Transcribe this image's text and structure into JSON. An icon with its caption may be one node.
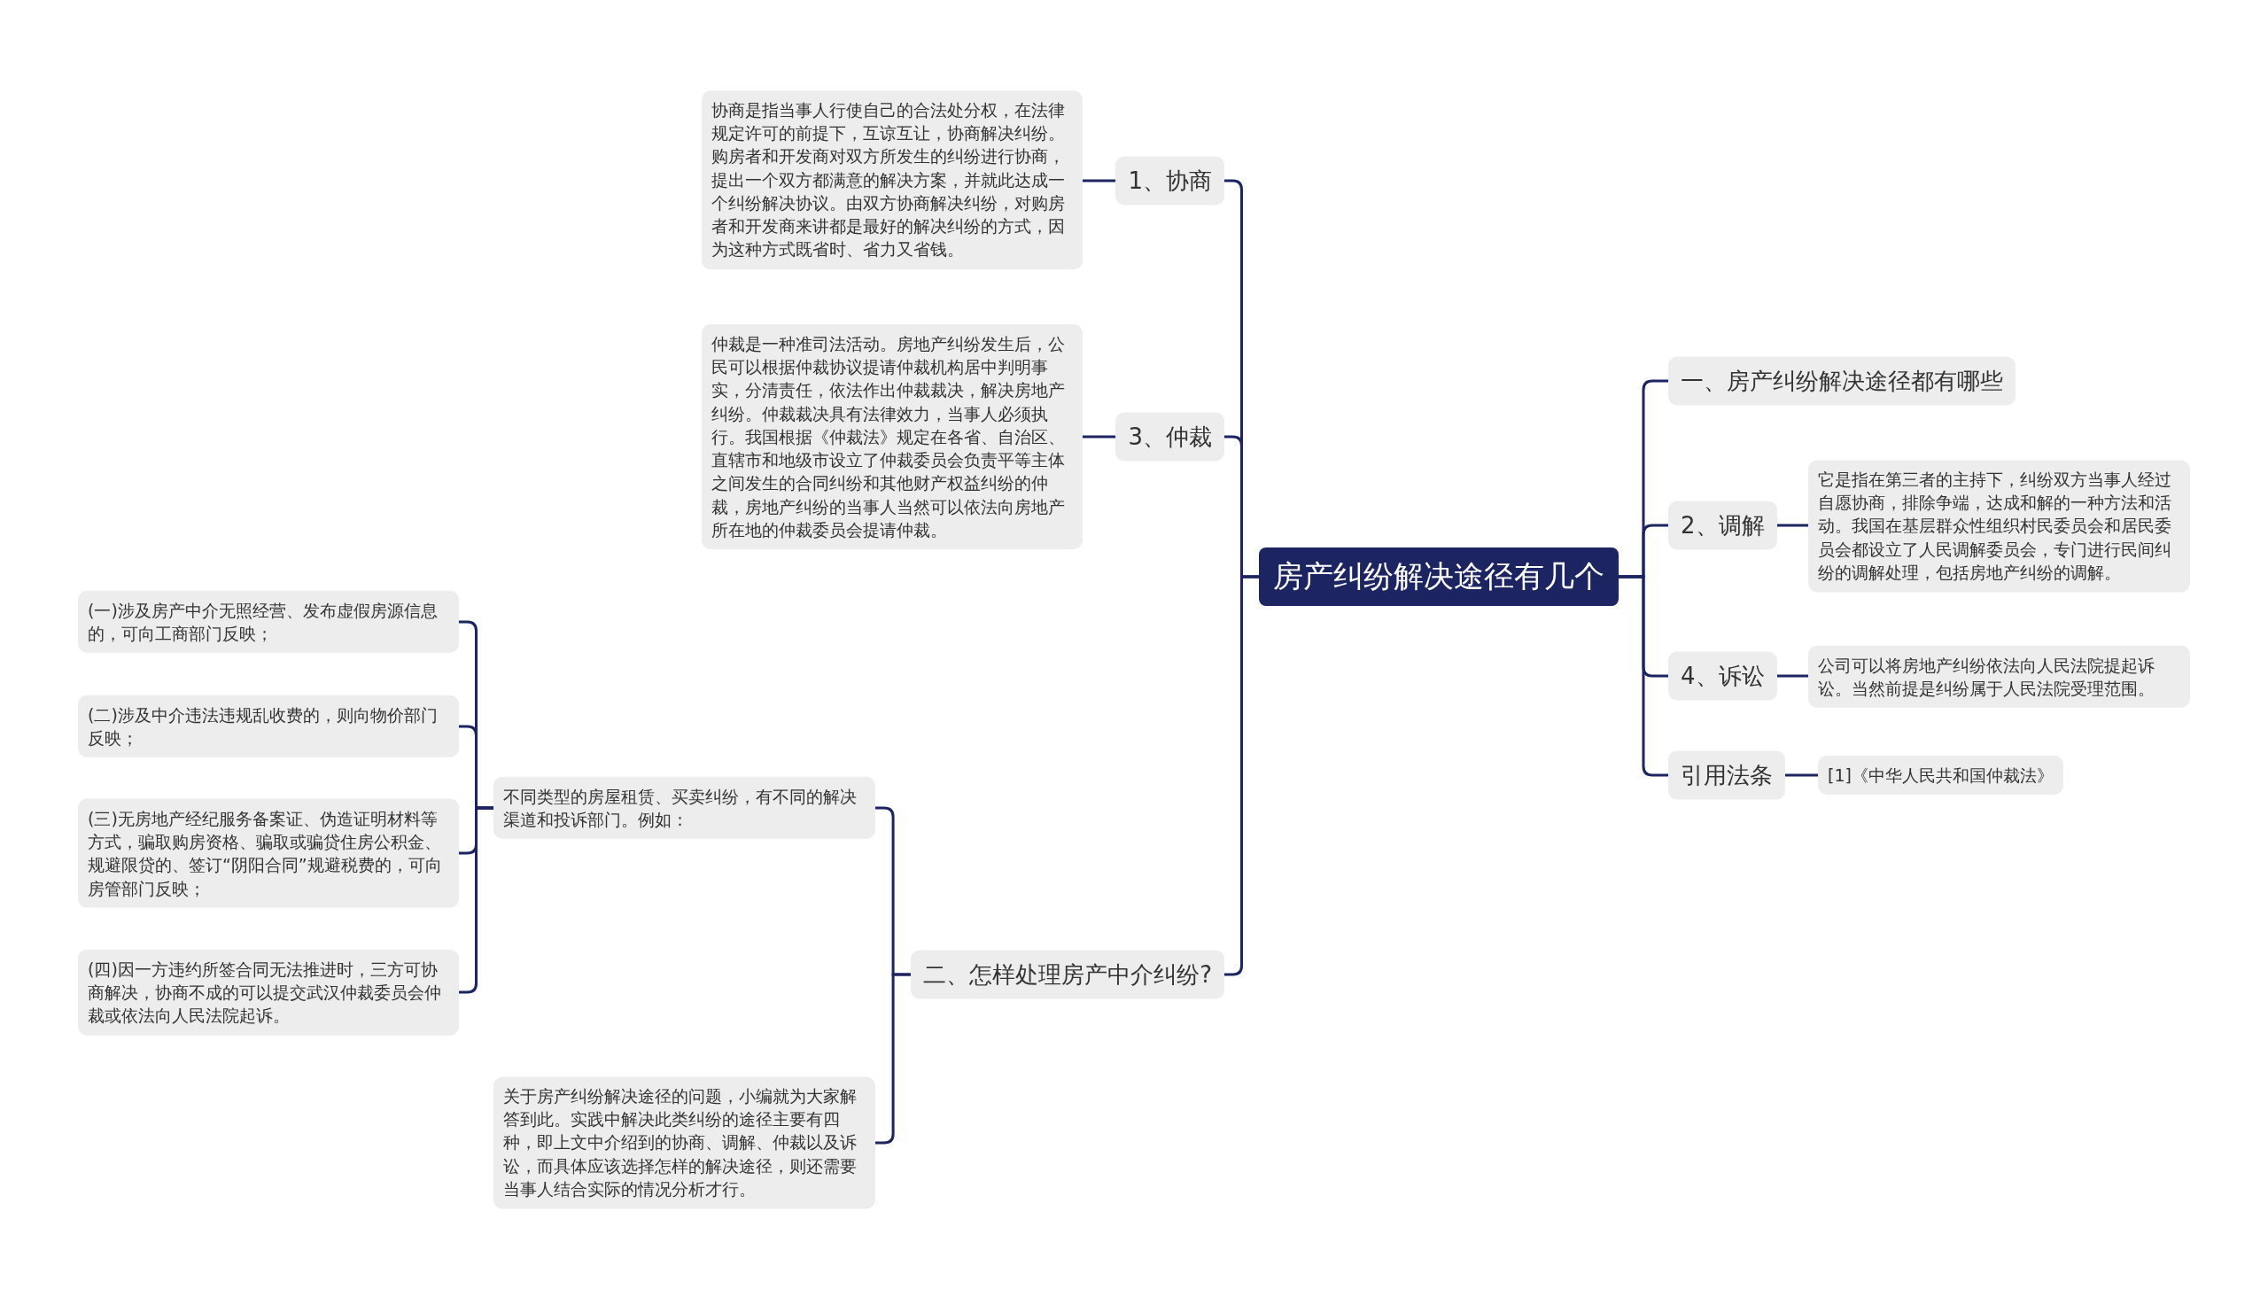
{
  "diagram": {
    "nodes": [
      {
        "text": [
          "房产纠纷解决途径有几个"
        ]
      },
      {
        "text": [
          "1、协商"
        ]
      },
      {
        "text": [
          "协商是指当事人行使自己的合法处分权，在法律规定许可的前提下，互谅互让，协商解决纠纷。购房者和开发商对双方所发生的纠纷进行协商，提出一个双方都满意的解决方案，并就此达成一个纠纷解决协议。由双方协商解决纠纷，对购房者和开发商来讲都是最好的解决纠纷的方式，因为这种方式既省时、省力又省钱。"
        ]
      },
      {
        "text": [
          "3、仲裁"
        ]
      },
      {
        "text": [
          "仲裁是一种准司法活动。房地产纠纷发生后，公民可以根据仲裁协议提请仲裁机构居中判明事实，分清责任，依法作出仲裁裁决，解决房地产纠纷。仲裁裁决具有法律效力，当事人必须执行。我国根据《仲裁法》规定在各省、自治区、直辖市和地级市设立了仲裁委员会负责平等主体之间发生的合同纠纷和其他财产权益纠纷的仲裁，房地产纠纷的当事人当然可以依法向房地产所在地的仲裁委员会提请仲裁。"
        ]
      },
      {
        "text": [
          "二、怎样处理房产中介纠纷?"
        ]
      },
      {
        "text": [
          "不同类型的房屋租赁、买卖纠纷，有不同的解决渠道和投诉部门。例如："
        ]
      },
      {
        "text": [
          "(一)涉及房产中介无照经营、发布虚假房源信息的，可向工商部门反映；"
        ]
      },
      {
        "text": [
          "(二)涉及中介违法违规乱收费的，则向物价部门反映；"
        ]
      },
      {
        "text": [
          "(三)无房地产经纪服务备案证、伪造证明材料等方式，骗取购房资格、骗取或骗贷住房公积金、规避限贷的、签订“阴阳合同”规避税费的，可向房管部门反映；"
        ]
      },
      {
        "text": [
          "(四)因一方违约所签合同无法推进时，三方可协商解决，协商不成的可以提交武汉仲裁委员会仲裁或依法向人民法院起诉。"
        ]
      },
      {
        "text": [
          "关于房产纠纷解决途径的问题，小编就为大家解答到此。实践中解决此类纠纷的途径主要有四种，即上文中介绍到的协商、调解、仲裁以及诉讼，而具体应该选择怎样的解决途径，则还需要当事人结合实际的情况分析才行。"
        ]
      },
      {
        "text": [
          "一、房产纠纷解决途径都有哪些"
        ]
      },
      {
        "text": [
          "2、调解"
        ]
      },
      {
        "text": [
          "它是指在第三者的主持下，纠纷双方当事人经过自愿协商，排除争端，达成和解的一种方法和活动。我国在基层群众性组织村民委员会和居民委员会都设立了人民调解委员会，专门进行民间纠纷的调解处理，包括房地产纠纷的调解。"
        ]
      },
      {
        "text": [
          "4、诉讼"
        ]
      },
      {
        "text": [
          "公司可以将房地产纠纷依法向人民法院提起诉讼。当然前提是纠纷属于人民法院受理范围。"
        ]
      },
      {
        "text": [
          "引用法条"
        ]
      },
      {
        "text": [
          "[1]《中华人民共和国仲裁法》"
        ]
      }
    ],
    "edges": [
      {
        "from": 0,
        "to": 1,
        "arrow": "none"
      },
      {
        "from": 0,
        "to": 3,
        "arrow": "none"
      },
      {
        "from": 0,
        "to": 5,
        "arrow": "none"
      },
      {
        "from": 0,
        "to": 12,
        "arrow": "none"
      },
      {
        "from": 0,
        "to": 13,
        "arrow": "none"
      },
      {
        "from": 0,
        "to": 15,
        "arrow": "none"
      },
      {
        "from": 0,
        "to": 17,
        "arrow": "none"
      },
      {
        "from": 1,
        "to": 2,
        "arrow": "none"
      },
      {
        "from": 3,
        "to": 4,
        "arrow": "none"
      },
      {
        "from": 5,
        "to": 6,
        "arrow": "none"
      },
      {
        "from": 5,
        "to": 11,
        "arrow": "none"
      },
      {
        "from": 6,
        "to": 7,
        "arrow": "none"
      },
      {
        "from": 6,
        "to": 8,
        "arrow": "none"
      },
      {
        "from": 6,
        "to": 9,
        "arrow": "none"
      },
      {
        "from": 6,
        "to": 10,
        "arrow": "none"
      },
      {
        "from": 13,
        "to": 14,
        "arrow": "none"
      },
      {
        "from": 15,
        "to": 16,
        "arrow": "none"
      },
      {
        "from": 17,
        "to": 18,
        "arrow": "none"
      }
    ]
  }
}
